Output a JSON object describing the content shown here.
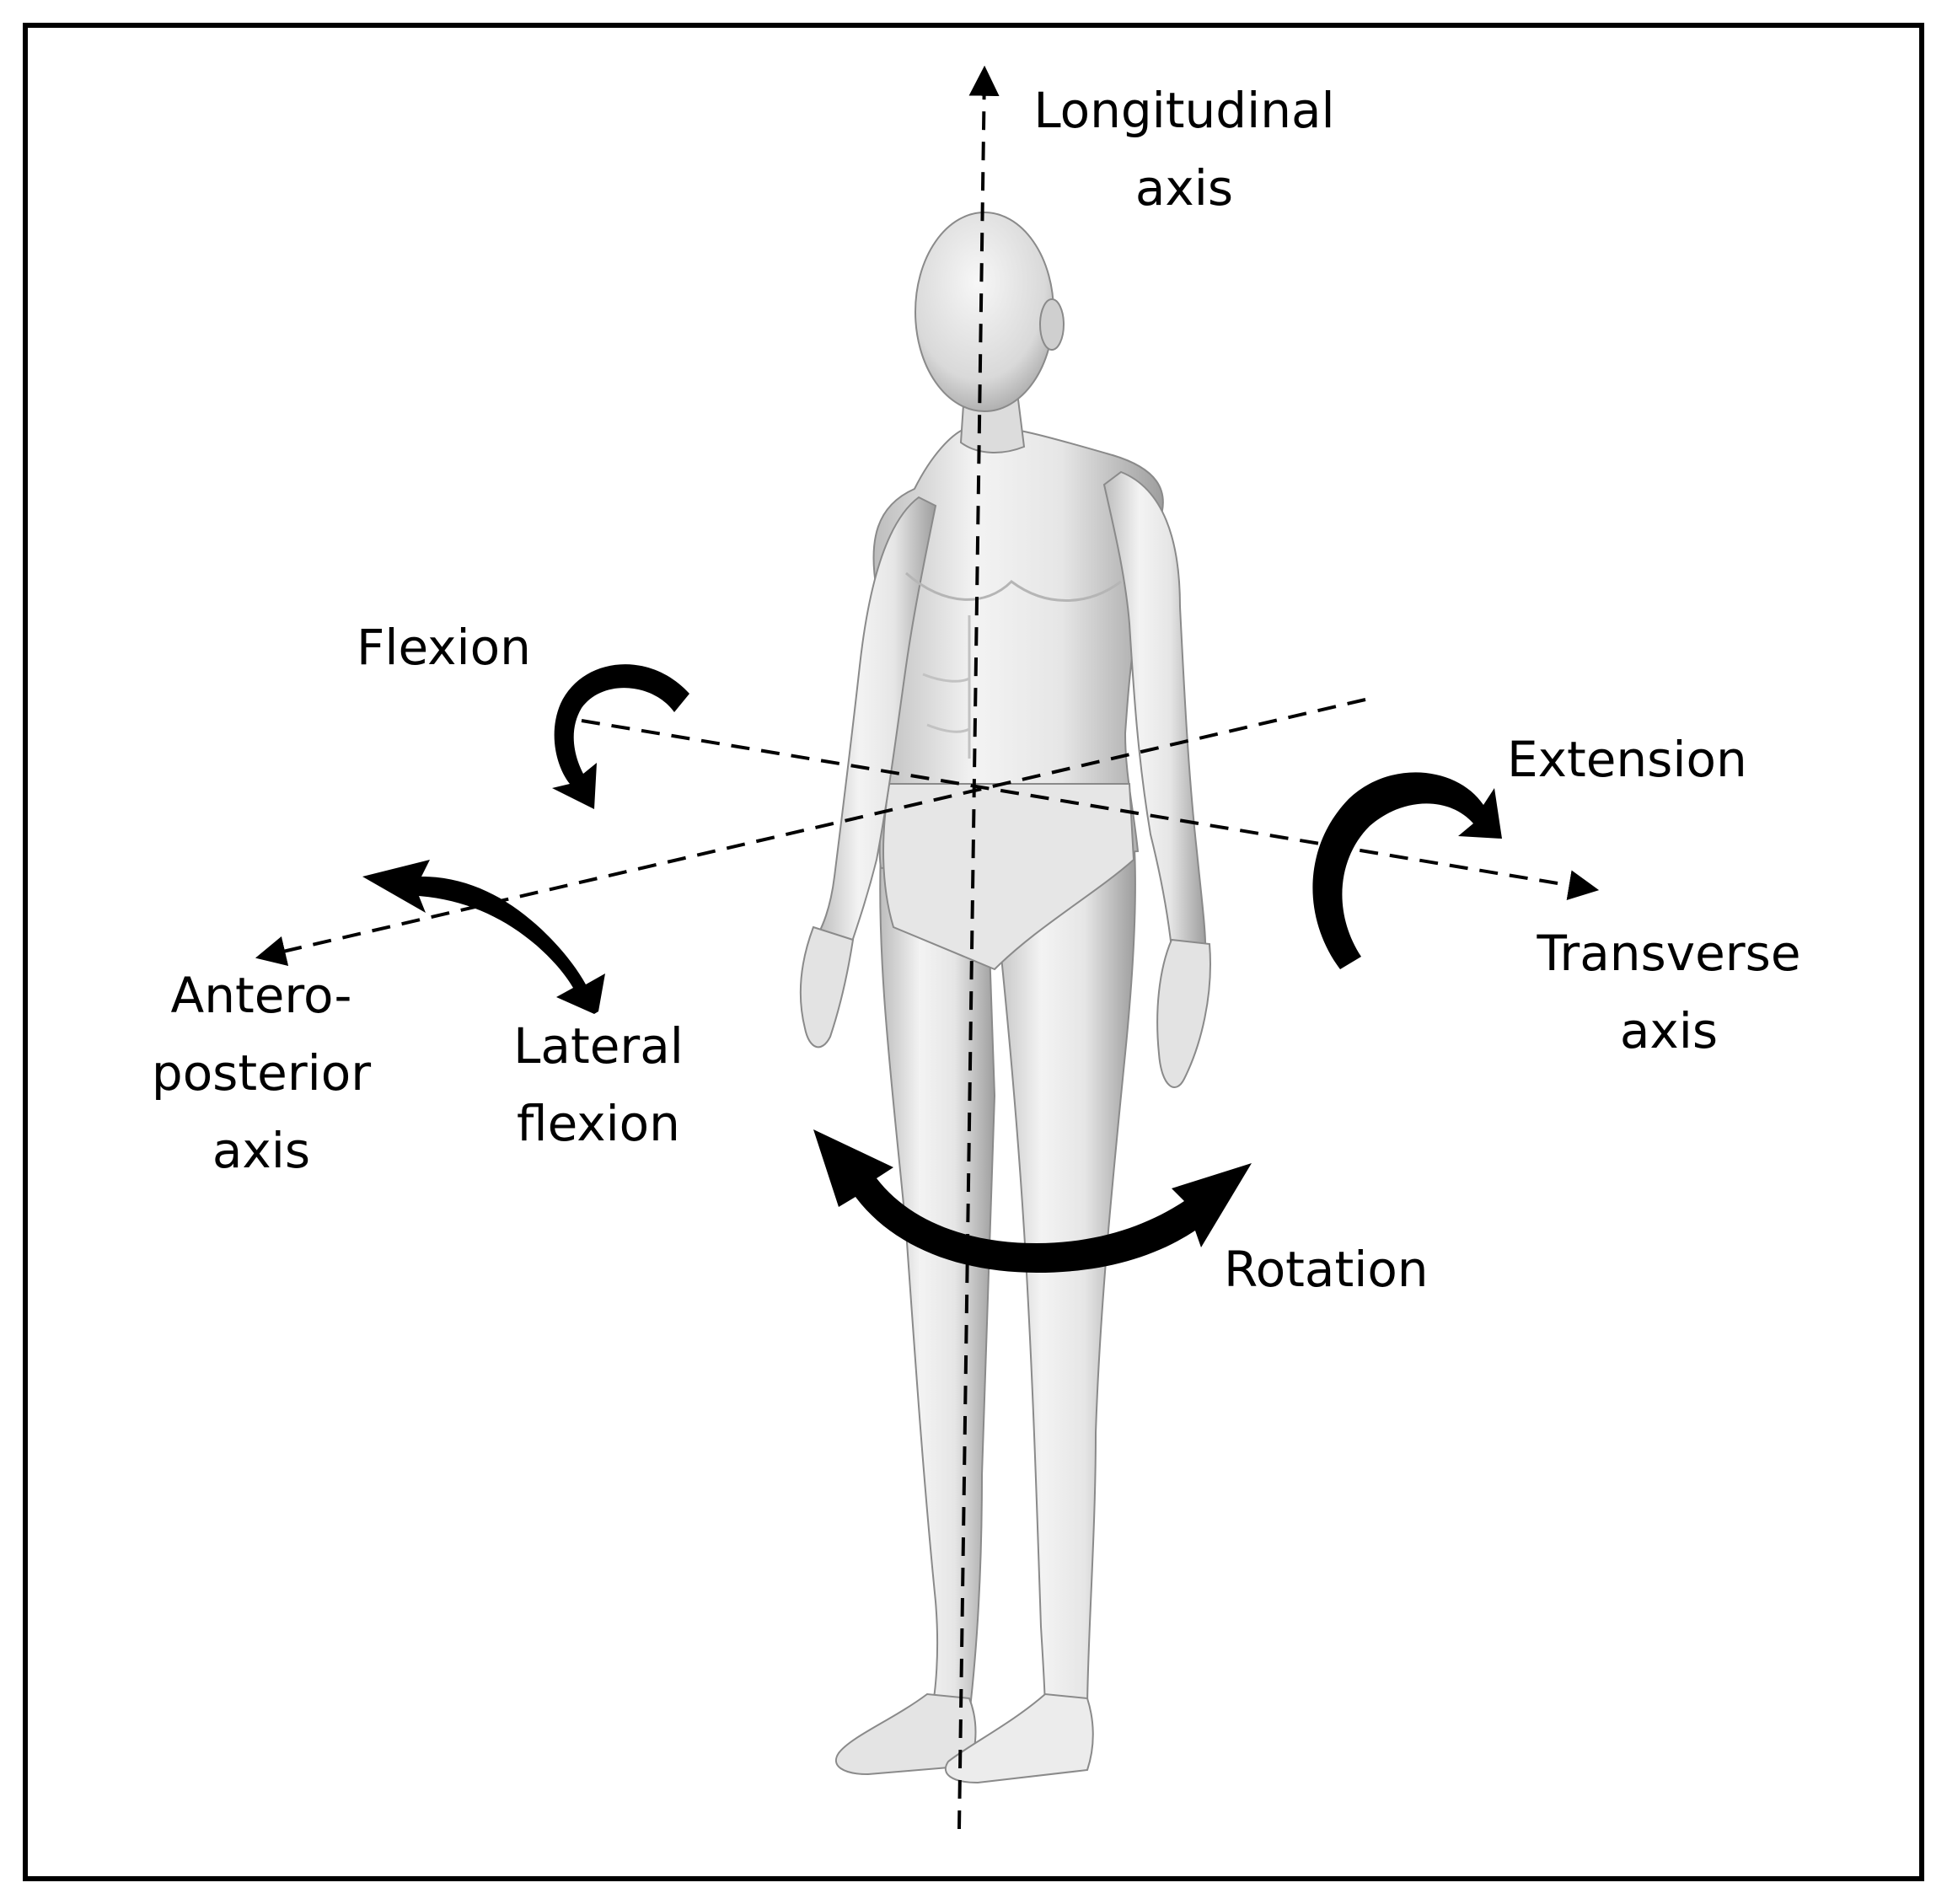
{
  "labels": {
    "longitudinal_axis": [
      "Longitudinal",
      "axis"
    ],
    "transverse_axis": [
      "Transverse",
      "axis"
    ],
    "anteroposterior_axis": [
      "Antero-",
      "posterior",
      "axis"
    ],
    "flexion": "Flexion",
    "extension": "Extension",
    "lateral_flexion": [
      "Lateral",
      "flexion"
    ],
    "rotation": "Rotation"
  },
  "colors": {
    "ink": "#000000",
    "body_light": "#f2f2f2",
    "body_mid": "#d6d6d6",
    "body_dark": "#9c9c9c",
    "background": "#ffffff"
  }
}
